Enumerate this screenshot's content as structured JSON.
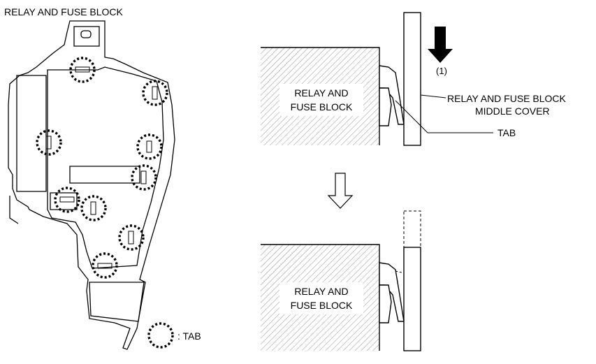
{
  "left_diagram": {
    "title": "RELAY AND FUSE BLOCK",
    "legend_label": ": TAB"
  },
  "right_diagram": {
    "top_block_label_line1": "RELAY AND",
    "top_block_label_line2": "FUSE BLOCK",
    "bottom_block_label_line1": "RELAY AND",
    "bottom_block_label_line2": "FUSE BLOCK",
    "step_label": "(1)",
    "cover_label_line1": "RELAY AND FUSE BLOCK",
    "cover_label_line2": "MIDDLE COVER",
    "tab_label": "TAB"
  },
  "colors": {
    "line": "#000000",
    "hatch": "#666666",
    "background": "#ffffff"
  }
}
